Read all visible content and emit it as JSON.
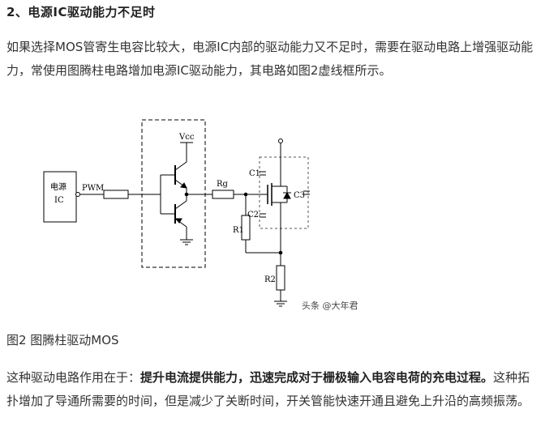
{
  "heading": "2、电源IC驱动能力不足时",
  "paragraph1": "如果选择MOS管寄生电容比较大，电源IC内部的驱动能力又不足时，需要在驱动电路上增强驱动能力，常使用图腾柱电路增加电源IC驱动能力，其电路如图2虚线框所示。",
  "figure": {
    "ic_label_line1": "电源",
    "ic_label_line2": "IC",
    "pwm_label": "PWM",
    "vcc_label": "Vcc",
    "rg_label": "Rg",
    "c1_label": "C1",
    "c2_label": "C2",
    "c3_label": "C3",
    "r1_label": "R1",
    "r2_label": "R2",
    "watermark": "头条 @大年君"
  },
  "caption": "图2 图腾柱驱动MOS",
  "paragraph2": {
    "lead": "这种驱动电路作用在于：",
    "bold": "提升电流提供能力，迅速完成对于栅极输入电容电荷的充电过程。",
    "rest": "这种拓扑增加了导通所需要的时间，但是减少了关断时间，开关管能快速开通且避免上升沿的高频振荡。"
  }
}
